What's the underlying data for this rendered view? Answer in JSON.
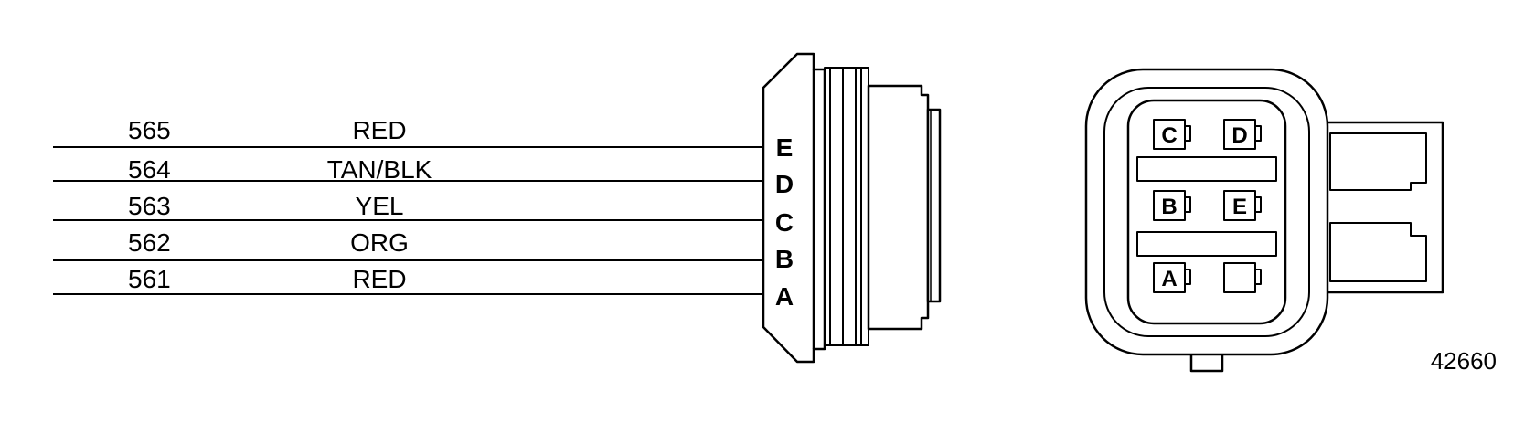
{
  "wires": [
    {
      "circuit": "565",
      "color": "RED"
    },
    {
      "circuit": "564",
      "color": "TAN/BLK"
    },
    {
      "circuit": "563",
      "color": "YEL"
    },
    {
      "circuit": "562",
      "color": "ORG"
    },
    {
      "circuit": "561",
      "color": "RED"
    }
  ],
  "side_pins": [
    "E",
    "D",
    "C",
    "B",
    "A"
  ],
  "face_pins": {
    "top_left": "C",
    "top_right": "D",
    "middle_left": "B",
    "middle_right": "E",
    "bottom_left": "A",
    "bottom_right": ""
  },
  "figure_number": "42660"
}
